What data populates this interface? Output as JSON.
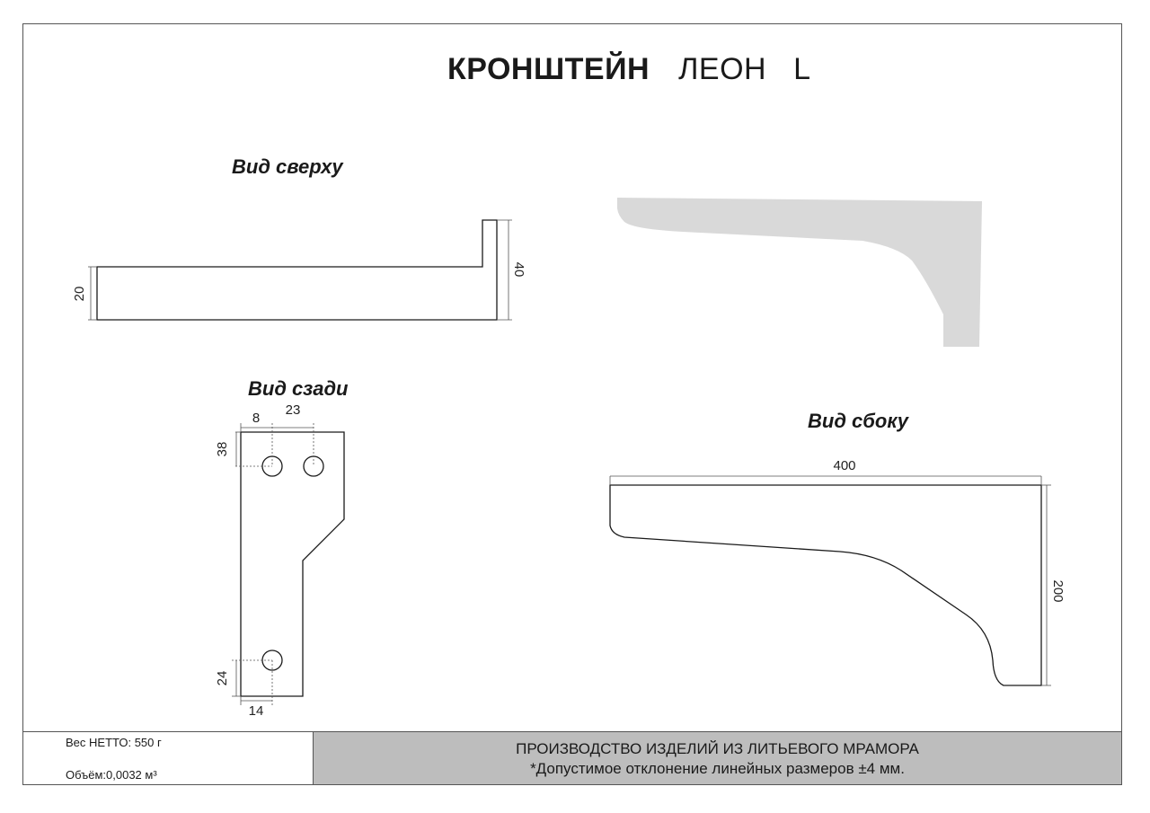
{
  "title": {
    "main": "КРОНШТЕЙН",
    "name": "ЛЕОН",
    "variant": "L"
  },
  "views": {
    "top": "Вид сверху",
    "back": "Вид сзади",
    "side": "Вид сбоку"
  },
  "dimensions": {
    "top_depth": "20",
    "top_length": "40",
    "back_left": "8",
    "back_spacing": "23",
    "back_top": "38",
    "back_bottom": "24",
    "back_bottom_left": "14",
    "side_length": "400",
    "side_height": "200"
  },
  "footer": {
    "weight": "Вес НЕТТО: 550 г",
    "volume": "Объём:0,0032 м³",
    "line1": "ПРОИЗВОДСТВО ИЗДЕЛИЙ ИЗ ЛИТЬЕВОГО МРАМОРА",
    "line2": "*Допустимое отклонение линейных размеров ±4 мм."
  },
  "colors": {
    "render_fill": "#d9d9d9",
    "footer_band": "#bdbdbd",
    "line": "#1a1a1a"
  }
}
